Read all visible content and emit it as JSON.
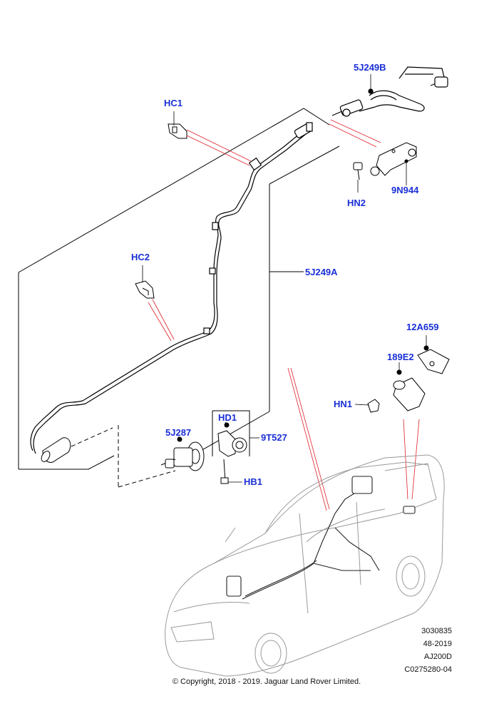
{
  "callouts": {
    "hc1": "HC1",
    "p5j249b": "5J249B",
    "hn2": "HN2",
    "p9n944": "9N944",
    "hc2": "HC2",
    "p5j249a": "5J249A",
    "p12a659": "12A659",
    "p189e2": "189E2",
    "hn1": "HN1",
    "hd1": "HD1",
    "p9t527": "9T527",
    "p5j287": "5J287",
    "hb1": "HB1"
  },
  "footer": {
    "ref1": "3030835",
    "ref2": "48-2019",
    "ref3": "AJ200D",
    "ref4": "C0275280-04",
    "copyright": "© Copyright, 2018 - 2019. Jaguar Land Rover Limited."
  },
  "colors": {
    "callout": "#1a2fd6",
    "leader_red": "#e0202a",
    "line": "#000000",
    "car_outline": "#9a9a9a"
  }
}
